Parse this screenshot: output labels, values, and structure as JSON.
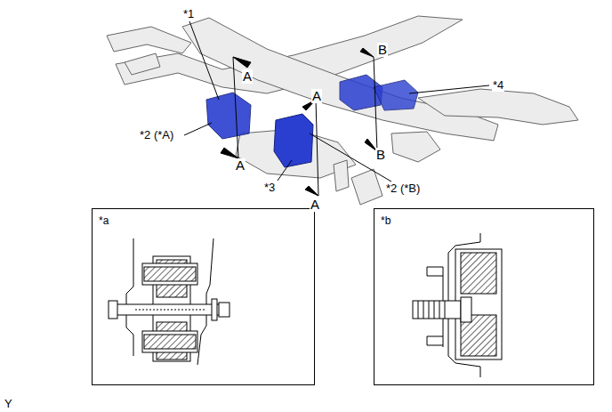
{
  "diagram": {
    "nodes": [
      {
        "text": [
          "*a"
        ]
      },
      {
        "text": [
          "*b"
        ]
      }
    ],
    "labels": [
      "*1",
      "A",
      "*2 (*A)",
      "A",
      "A",
      "*3",
      "A",
      "B",
      "*4",
      "B",
      "*2 (*B)",
      "Y"
    ]
  }
}
